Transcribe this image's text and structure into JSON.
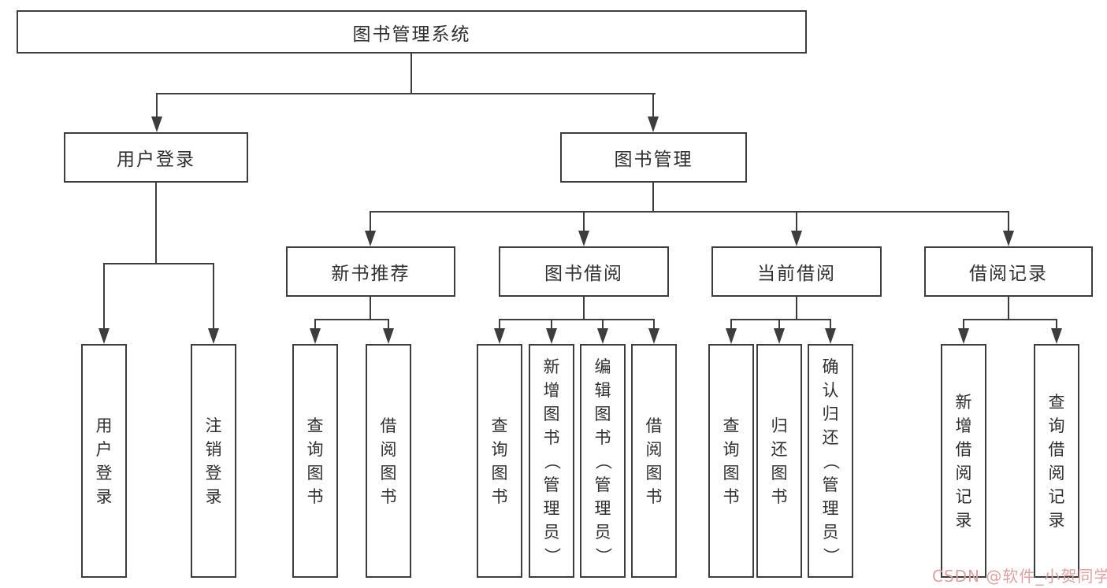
{
  "tree": {
    "root": "图书管理系统",
    "level2": [
      {
        "label": "用户登录"
      },
      {
        "label": "图书管理"
      }
    ],
    "level3": [
      {
        "label": "新书推荐"
      },
      {
        "label": "图书借阅"
      },
      {
        "label": "当前借阅"
      },
      {
        "label": "借阅记录"
      }
    ],
    "leaves": [
      {
        "label": "用户登录"
      },
      {
        "label": "注销登录"
      },
      {
        "label": "查询图书"
      },
      {
        "label": "借阅图书"
      },
      {
        "label": "查询图书"
      },
      {
        "label": "新增图书（管理员）"
      },
      {
        "label": "编辑图书（管理员）"
      },
      {
        "label": "借阅图书"
      },
      {
        "label": "查询图书"
      },
      {
        "label": "归还图书"
      },
      {
        "label": "确认归还（管理员）"
      },
      {
        "label": "新增借阅记录"
      },
      {
        "label": "查询借阅记录"
      }
    ]
  },
  "watermark": {
    "text": "CSDN @软件_小贺同学",
    "color": "#e0a0a0"
  },
  "colors": {
    "line": "#3d3d3d",
    "text": "#2f2f2f",
    "background": "#ffffff",
    "box_background": "#ffffff"
  }
}
